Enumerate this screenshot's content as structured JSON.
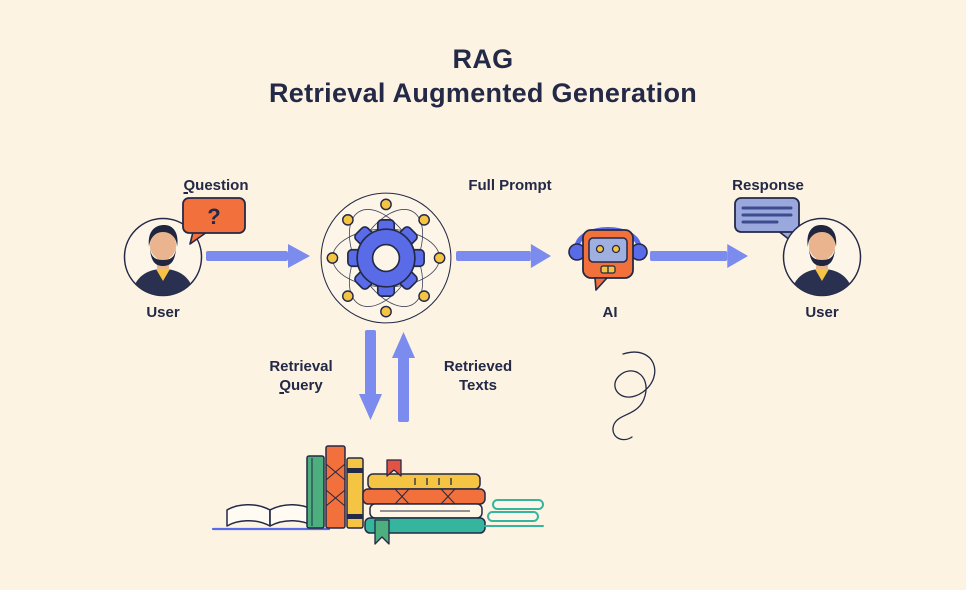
{
  "title": {
    "line1": "RAG",
    "line2": "Retrieval Augmented Generation"
  },
  "flow": {
    "question": {
      "first_letter": "Q",
      "rest": "uestion"
    },
    "question_mark": "?",
    "full_prompt": "Full Prompt",
    "response": "Response",
    "user_left": "User",
    "ai": "AI",
    "user_right": "User",
    "retrieval_query": {
      "line1": "Retrieval",
      "first_letter": "Q",
      "rest": "uery"
    },
    "retrieved_texts": {
      "line1": "Retrieved",
      "line2": "Texts"
    }
  },
  "icons": {
    "user_left": "user-avatar-icon",
    "user_right": "user-avatar-icon",
    "hub": "gear-network-icon",
    "ai": "robot-icon",
    "question_bubble": "speech-bubble-question-icon",
    "response_bubble": "speech-bubble-text-icon",
    "books": "books-stack-icon",
    "doodle": "squiggle-doodle"
  },
  "colors": {
    "background": "#FCF3E2",
    "ink": "#232946",
    "arrow": "#7B8BEE",
    "gear_blue": "#5A6BE8",
    "orange": "#F2703B",
    "yellow": "#F5C443",
    "teal": "#35B59E",
    "green": "#4CAF7D",
    "bubble_blue": "#9AA8DE",
    "bookmark_red": "#E25345",
    "skin": "#E9B48E"
  }
}
